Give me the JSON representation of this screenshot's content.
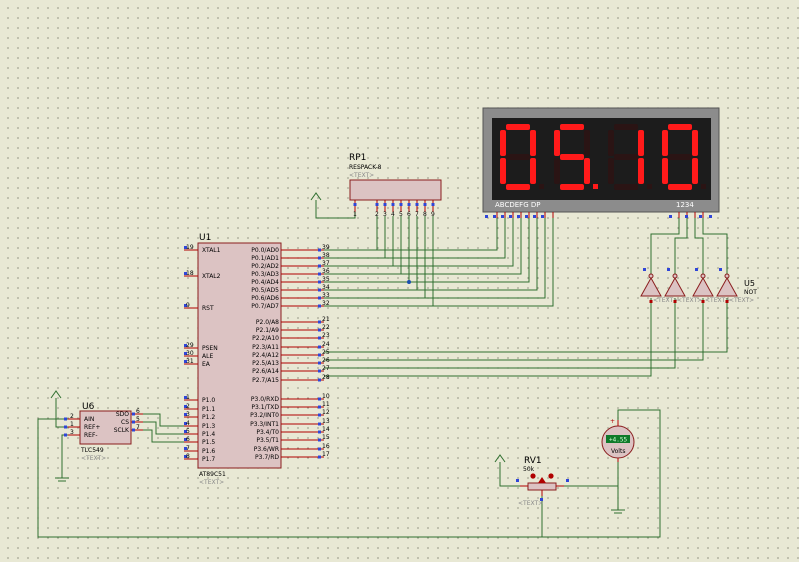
{
  "display": {
    "digits": [
      "0",
      "5",
      "1",
      "0"
    ],
    "dots": [
      false,
      true,
      false,
      false
    ],
    "segment_label": "ABCDEFG  DP",
    "digit_label": "1234",
    "segment_on_color": "#ff1a1a",
    "background_color": "#1c1c1c"
  },
  "rp1": {
    "ref": "RP1",
    "type": "RESPACK-8",
    "text": "<TEXT>",
    "pins": [
      "1",
      "2",
      "3",
      "4",
      "5",
      "6",
      "7",
      "8",
      "9"
    ]
  },
  "u1": {
    "ref": "U1",
    "part": "AT89C51",
    "text": "<TEXT>",
    "left_pins": [
      {
        "num": "19",
        "name": "XTAL1"
      },
      {
        "num": "18",
        "name": "XTAL2"
      },
      {
        "num": "9",
        "name": "RST"
      },
      {
        "num": "29",
        "name": "PSEN"
      },
      {
        "num": "30",
        "name": "ALE"
      },
      {
        "num": "31",
        "name": "EA"
      },
      {
        "num": "1",
        "name": "P1.0"
      },
      {
        "num": "2",
        "name": "P1.1"
      },
      {
        "num": "3",
        "name": "P1.2"
      },
      {
        "num": "4",
        "name": "P1.3"
      },
      {
        "num": "5",
        "name": "P1.4"
      },
      {
        "num": "6",
        "name": "P1.5"
      },
      {
        "num": "7",
        "name": "P1.6"
      },
      {
        "num": "8",
        "name": "P1.7"
      }
    ],
    "right_pins": [
      {
        "num": "39",
        "name": "P0.0/AD0"
      },
      {
        "num": "38",
        "name": "P0.1/AD1"
      },
      {
        "num": "37",
        "name": "P0.2/AD2"
      },
      {
        "num": "36",
        "name": "P0.3/AD3"
      },
      {
        "num": "35",
        "name": "P0.4/AD4"
      },
      {
        "num": "34",
        "name": "P0.5/AD5"
      },
      {
        "num": "33",
        "name": "P0.6/AD6"
      },
      {
        "num": "32",
        "name": "P0.7/AD7"
      },
      {
        "num": "21",
        "name": "P2.0/A8"
      },
      {
        "num": "22",
        "name": "P2.1/A9"
      },
      {
        "num": "23",
        "name": "P2.2/A10"
      },
      {
        "num": "24",
        "name": "P2.3/A11"
      },
      {
        "num": "25",
        "name": "P2.4/A12"
      },
      {
        "num": "26",
        "name": "P2.5/A13"
      },
      {
        "num": "27",
        "name": "P2.6/A14"
      },
      {
        "num": "28",
        "name": "P2.7/A15"
      },
      {
        "num": "10",
        "name": "P3.0/RXD"
      },
      {
        "num": "11",
        "name": "P3.1/TXD"
      },
      {
        "num": "12",
        "name": "P3.2/INT0"
      },
      {
        "num": "13",
        "name": "P3.3/INT1"
      },
      {
        "num": "14",
        "name": "P3.4/T0"
      },
      {
        "num": "15",
        "name": "P3.5/T1"
      },
      {
        "num": "16",
        "name": "P3.6/WR"
      },
      {
        "num": "17",
        "name": "P3.7/RD"
      }
    ]
  },
  "u6": {
    "ref": "U6",
    "part": "TLC549",
    "text": "<TEXT>",
    "left_pins": [
      {
        "num": "2",
        "name": "AIN"
      },
      {
        "num": "1",
        "name": "REF+"
      },
      {
        "num": "3",
        "name": "REF-"
      }
    ],
    "right_pins": [
      {
        "num": "6",
        "name": "SDO"
      },
      {
        "num": "5",
        "name": "CS"
      },
      {
        "num": "7",
        "name": "SCLK"
      }
    ]
  },
  "u5": {
    "ref": "U5",
    "part": "NOT",
    "gate_text": "<TEXT>"
  },
  "rv1": {
    "ref": "RV1",
    "value": "50k",
    "text": "<TEXT>"
  },
  "voltmeter": {
    "reading": "+4.55",
    "unit": "Volts"
  }
}
